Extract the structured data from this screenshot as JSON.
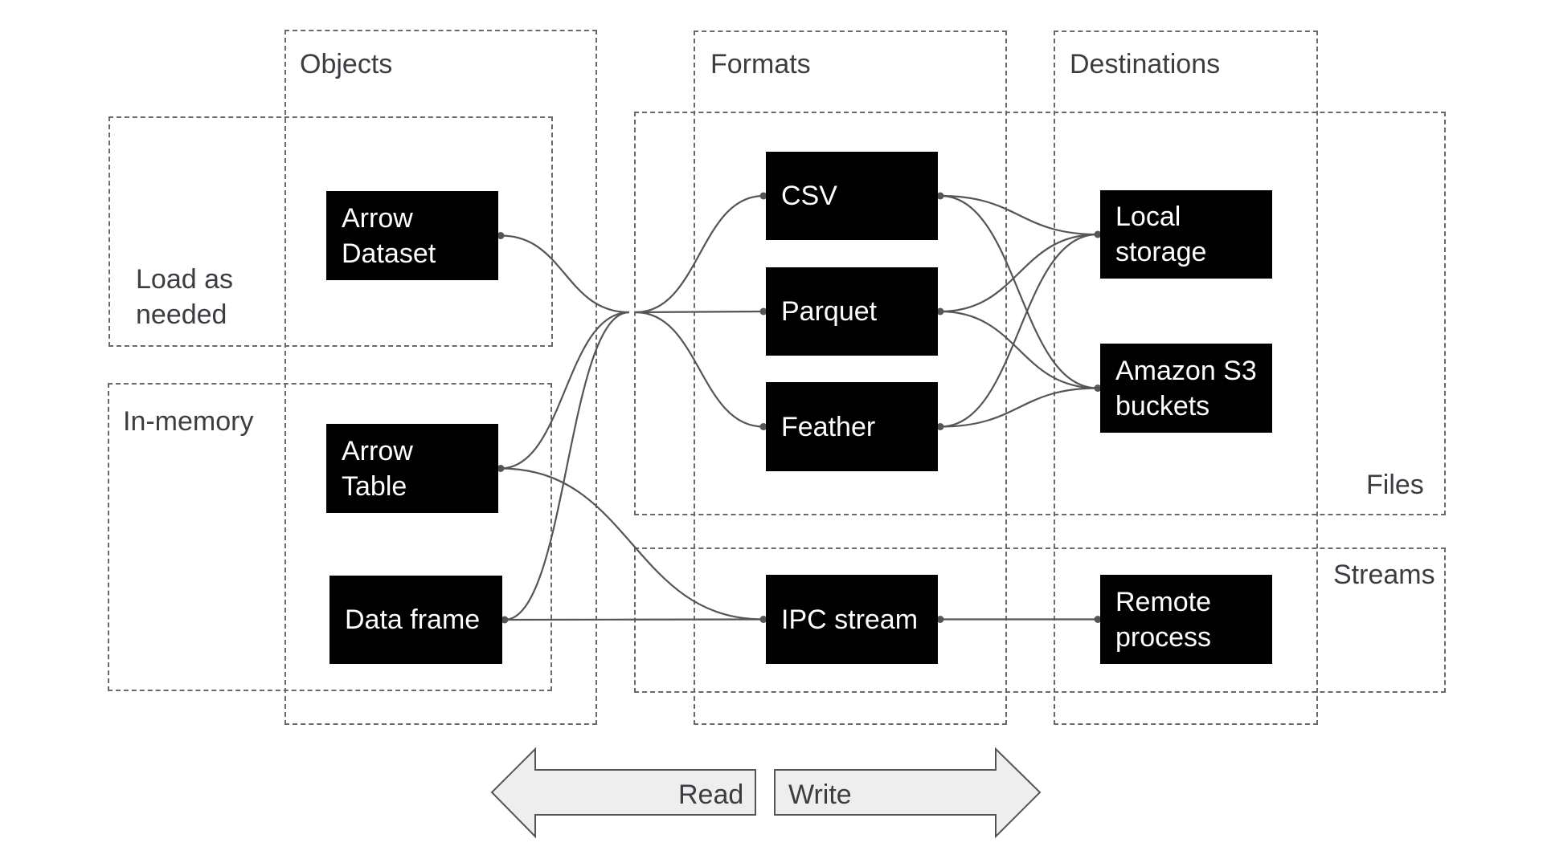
{
  "diagram": {
    "groups": {
      "objects": "Objects",
      "formats": "Formats",
      "destinations": "Destinations",
      "load_as_needed": "Load as\nneeded",
      "in_memory": "In-memory",
      "files": "Files",
      "streams": "Streams"
    },
    "nodes": {
      "arrow_dataset": "Arrow\nDataset",
      "arrow_table": "Arrow\nTable",
      "data_frame": "Data frame",
      "csv": "CSV",
      "parquet": "Parquet",
      "feather": "Feather",
      "ipc_stream": "IPC stream",
      "local_storage": "Local\nstorage",
      "amazon_s3": "Amazon S3\nbuckets",
      "remote_process": "Remote\nprocess"
    },
    "edges": [
      [
        "arrow_dataset",
        "junction"
      ],
      [
        "arrow_table",
        "junction"
      ],
      [
        "data_frame",
        "junction"
      ],
      [
        "junction",
        "csv"
      ],
      [
        "junction",
        "parquet"
      ],
      [
        "junction",
        "feather"
      ],
      [
        "csv",
        "local_storage"
      ],
      [
        "csv",
        "amazon_s3"
      ],
      [
        "parquet",
        "local_storage"
      ],
      [
        "parquet",
        "amazon_s3"
      ],
      [
        "feather",
        "local_storage"
      ],
      [
        "feather",
        "amazon_s3"
      ],
      [
        "arrow_table",
        "ipc_stream"
      ],
      [
        "data_frame",
        "ipc_stream"
      ],
      [
        "ipc_stream",
        "remote_process"
      ]
    ],
    "arrows": {
      "read": "Read",
      "write": "Write"
    },
    "colors": {
      "node_fill": "#000000",
      "node_text": "#ffffff",
      "line": "#555555",
      "arrow_fill": "#eeeeee",
      "label_text": "#3a3d42"
    }
  }
}
